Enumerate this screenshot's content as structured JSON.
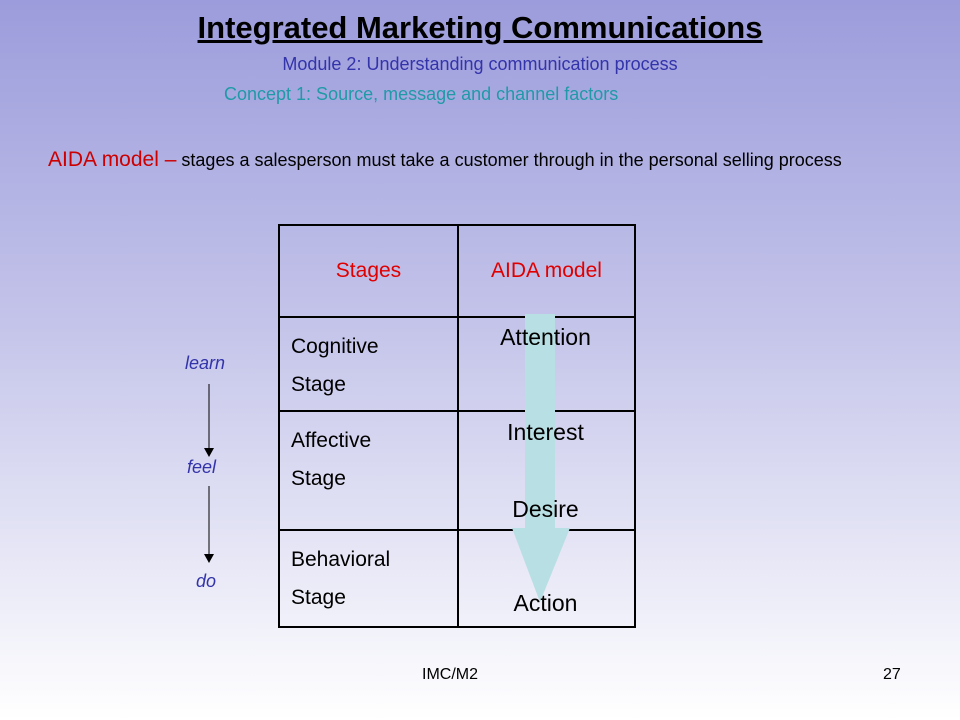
{
  "slide": {
    "title": "Integrated Marketing Communications",
    "module": "Module 2: Understanding communication process",
    "concept": "Concept 1: Source, message and channel factors",
    "intro": {
      "lead": "AIDA model –",
      "text": "stages a salesperson must take a customer through in the personal selling process"
    },
    "table": {
      "headers": [
        "Stages",
        "AIDA model"
      ],
      "rows": [
        {
          "stage": [
            "Cognitive",
            "Stage"
          ],
          "aida": [
            "Attention"
          ]
        },
        {
          "stage": [
            "Affective",
            "Stage"
          ],
          "aida": [
            "Interest",
            "Desire"
          ]
        },
        {
          "stage": [
            "Behavioral",
            "Stage"
          ],
          "aida": [
            "Action"
          ]
        }
      ]
    },
    "side_flow": [
      "learn",
      "feel",
      "do"
    ],
    "footer": {
      "code": "IMC/M2",
      "page": "27"
    },
    "colors": {
      "title": "#000000",
      "module": "#3333aa",
      "concept": "#1f9aa6",
      "lead": "#cc0000",
      "header": "#e00000",
      "flow_arrow": "#b8dfe3",
      "side": "#3333aa"
    }
  }
}
